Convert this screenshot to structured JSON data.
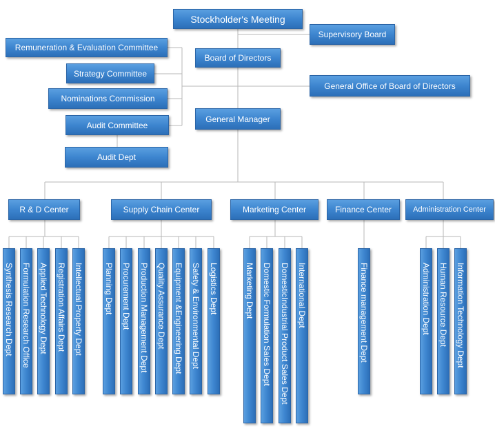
{
  "top": {
    "stockholders": "Stockholder's Meeting",
    "supervisory": "Supervisory Board",
    "board": "Board of Directors",
    "general_office": "General Office of Board of Directors",
    "general_manager": "General Manager"
  },
  "committees": {
    "remuneration": "Remuneration & Evaluation Committee",
    "strategy": "Strategy Committee",
    "nominations": "Nominations Commission",
    "audit": "Audit Committee",
    "audit_dept": "Audit Dept"
  },
  "centers": [
    {
      "label": "R & D Center",
      "depts": [
        "Synthesis Research Dept",
        "Formulation Research Office",
        "Applied Technology Dept",
        "Registration Affairs Dept",
        "Intellectual Property Dept"
      ]
    },
    {
      "label": "Supply Chain Center",
      "depts": [
        "Planning Dept",
        "Procurement Dept",
        "Production Management Dept",
        "Quality Assurance Dept",
        "Equipment &Engineering Dept",
        "Safety & Environmental Dept",
        "Logistics Dept"
      ]
    },
    {
      "label": "Marketing Center",
      "depts": [
        "Marketing Dept",
        "Domestic Formulation Sales Dept",
        "DomesticIndustrial Product Sales Dept",
        "International Dept"
      ]
    },
    {
      "label": "Finance Center",
      "depts": [
        "Finance management Dept"
      ]
    },
    {
      "label": "Administration Center",
      "depts": [
        "Administration Dept",
        "Human Resource Dept",
        "Information Technology Dept"
      ]
    }
  ],
  "colors": {
    "box_top": "#5a9fe0",
    "box_bottom": "#2c6fb8",
    "border": "#2a64a6",
    "connector": "#b7b7b7",
    "text": "#ffffff"
  }
}
